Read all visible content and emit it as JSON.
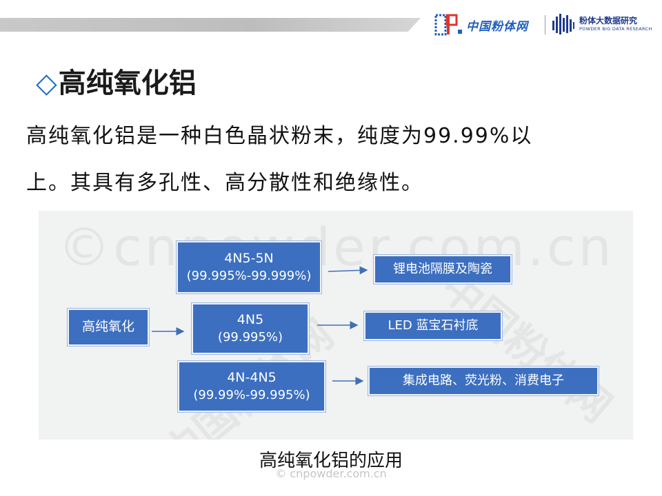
{
  "header": {
    "logo1_text": "中国粉体网",
    "logo2_title": "粉体大数据研究",
    "logo2_subtitle": "POWDER BIG DATA RESEARCH"
  },
  "title": {
    "diamond": "◇",
    "text": "高纯氧化铝"
  },
  "body": {
    "line1": "高纯氧化铝是一种白色晶状粉末，纯度为99.99%以",
    "line2": "上。其具有多孔性、高分散性和绝缘性。"
  },
  "diagram": {
    "watermark": "©cnpowder.com.cn",
    "watermark_cn": "中国粉体网",
    "root": "高纯氧化",
    "grades": [
      {
        "name": "4N5-5N",
        "range": "(99.995%-99.999%)",
        "application": "锂电池隔膜及陶瓷"
      },
      {
        "name": "4N5",
        "range": "(99.995%)",
        "application": "LED 蓝宝石衬底"
      },
      {
        "name": "4N-4N5",
        "range": "(99.99%-99.995%)",
        "application": "集成电路、荧光粉、消费电子"
      }
    ],
    "colors": {
      "box": "#3c6fc0",
      "arrow": "#3f6fb5"
    }
  },
  "caption": "高纯氧化铝的应用",
  "footer_watermark": "© cnpowder.com.cn"
}
